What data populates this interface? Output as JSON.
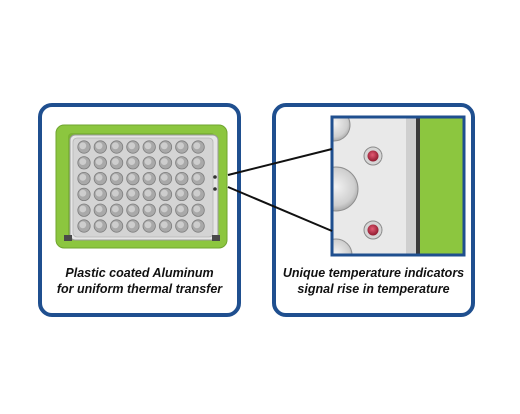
{
  "left_panel": {
    "caption_line1": "Plastic coated Aluminum",
    "caption_line2": "for uniform thermal transfer"
  },
  "right_panel": {
    "caption_line1": "Unique temperature indicators",
    "caption_line2": "signal rise in temperature"
  },
  "colors": {
    "panel_border": "#1f4f8f",
    "frame_green": "#8cc63f",
    "plate_silver": "#d9d9d9",
    "indicator_red": "#b0243a"
  },
  "plate": {
    "rows": 6,
    "cols": 8
  }
}
